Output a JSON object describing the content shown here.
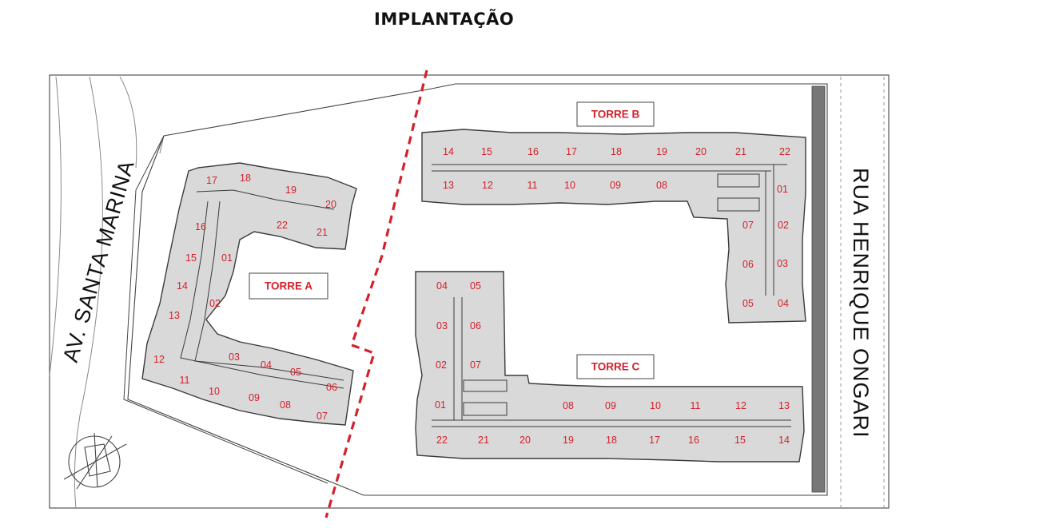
{
  "title": "IMPLANTAÇÃO",
  "streets": {
    "left": "AV. SANTA MARINA",
    "right": "RUA HENRIQUE ONGARI"
  },
  "towers": {
    "a": {
      "label": "TORRE A",
      "units": [
        "01",
        "02",
        "03",
        "04",
        "05",
        "06",
        "07",
        "08",
        "09",
        "10",
        "11",
        "12",
        "13",
        "14",
        "15",
        "16",
        "17",
        "18",
        "19",
        "20",
        "21",
        "22"
      ]
    },
    "b": {
      "label": "TORRE B",
      "units": [
        "01",
        "02",
        "03",
        "04",
        "05",
        "06",
        "07",
        "08",
        "09",
        "10",
        "11",
        "12",
        "13",
        "14",
        "15",
        "16",
        "17",
        "18",
        "19",
        "20",
        "21",
        "22"
      ]
    },
    "c": {
      "label": "TORRE C",
      "units": [
        "01",
        "02",
        "03",
        "04",
        "05",
        "06",
        "07",
        "08",
        "09",
        "10",
        "11",
        "12",
        "13",
        "14",
        "15",
        "16",
        "17",
        "18",
        "19",
        "20",
        "21",
        "22"
      ]
    }
  },
  "colors": {
    "building_fill": "#d9d9d9",
    "building_stroke": "#3a3a3a",
    "accent_red": "#d4202a",
    "boundary_dash": "#d4202a"
  }
}
